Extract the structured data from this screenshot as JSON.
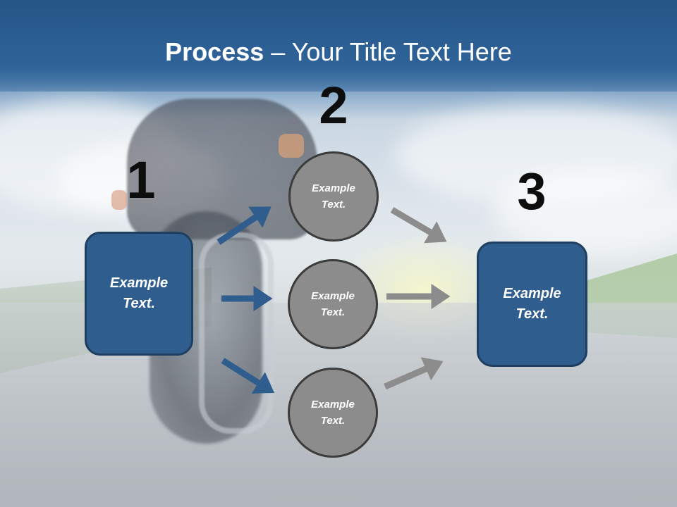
{
  "slide": {
    "title_bold": "Process",
    "title_rest": " – Your Title Text Here"
  },
  "steps": {
    "one": "1",
    "two": "2",
    "three": "3"
  },
  "nodes": {
    "left_box": "Example\nText.",
    "circle_top": "Example\nText.",
    "circle_middle": "Example\nText.",
    "circle_bottom": "Example\nText.",
    "right_box": "Example\nText."
  },
  "colors": {
    "box_fill": "#2e5d8e",
    "circle_fill": "#8c8c8c",
    "arrow_blue": "#2e5d8e",
    "arrow_gray": "#8c8c8c",
    "title_band": "#2a5b8f"
  }
}
